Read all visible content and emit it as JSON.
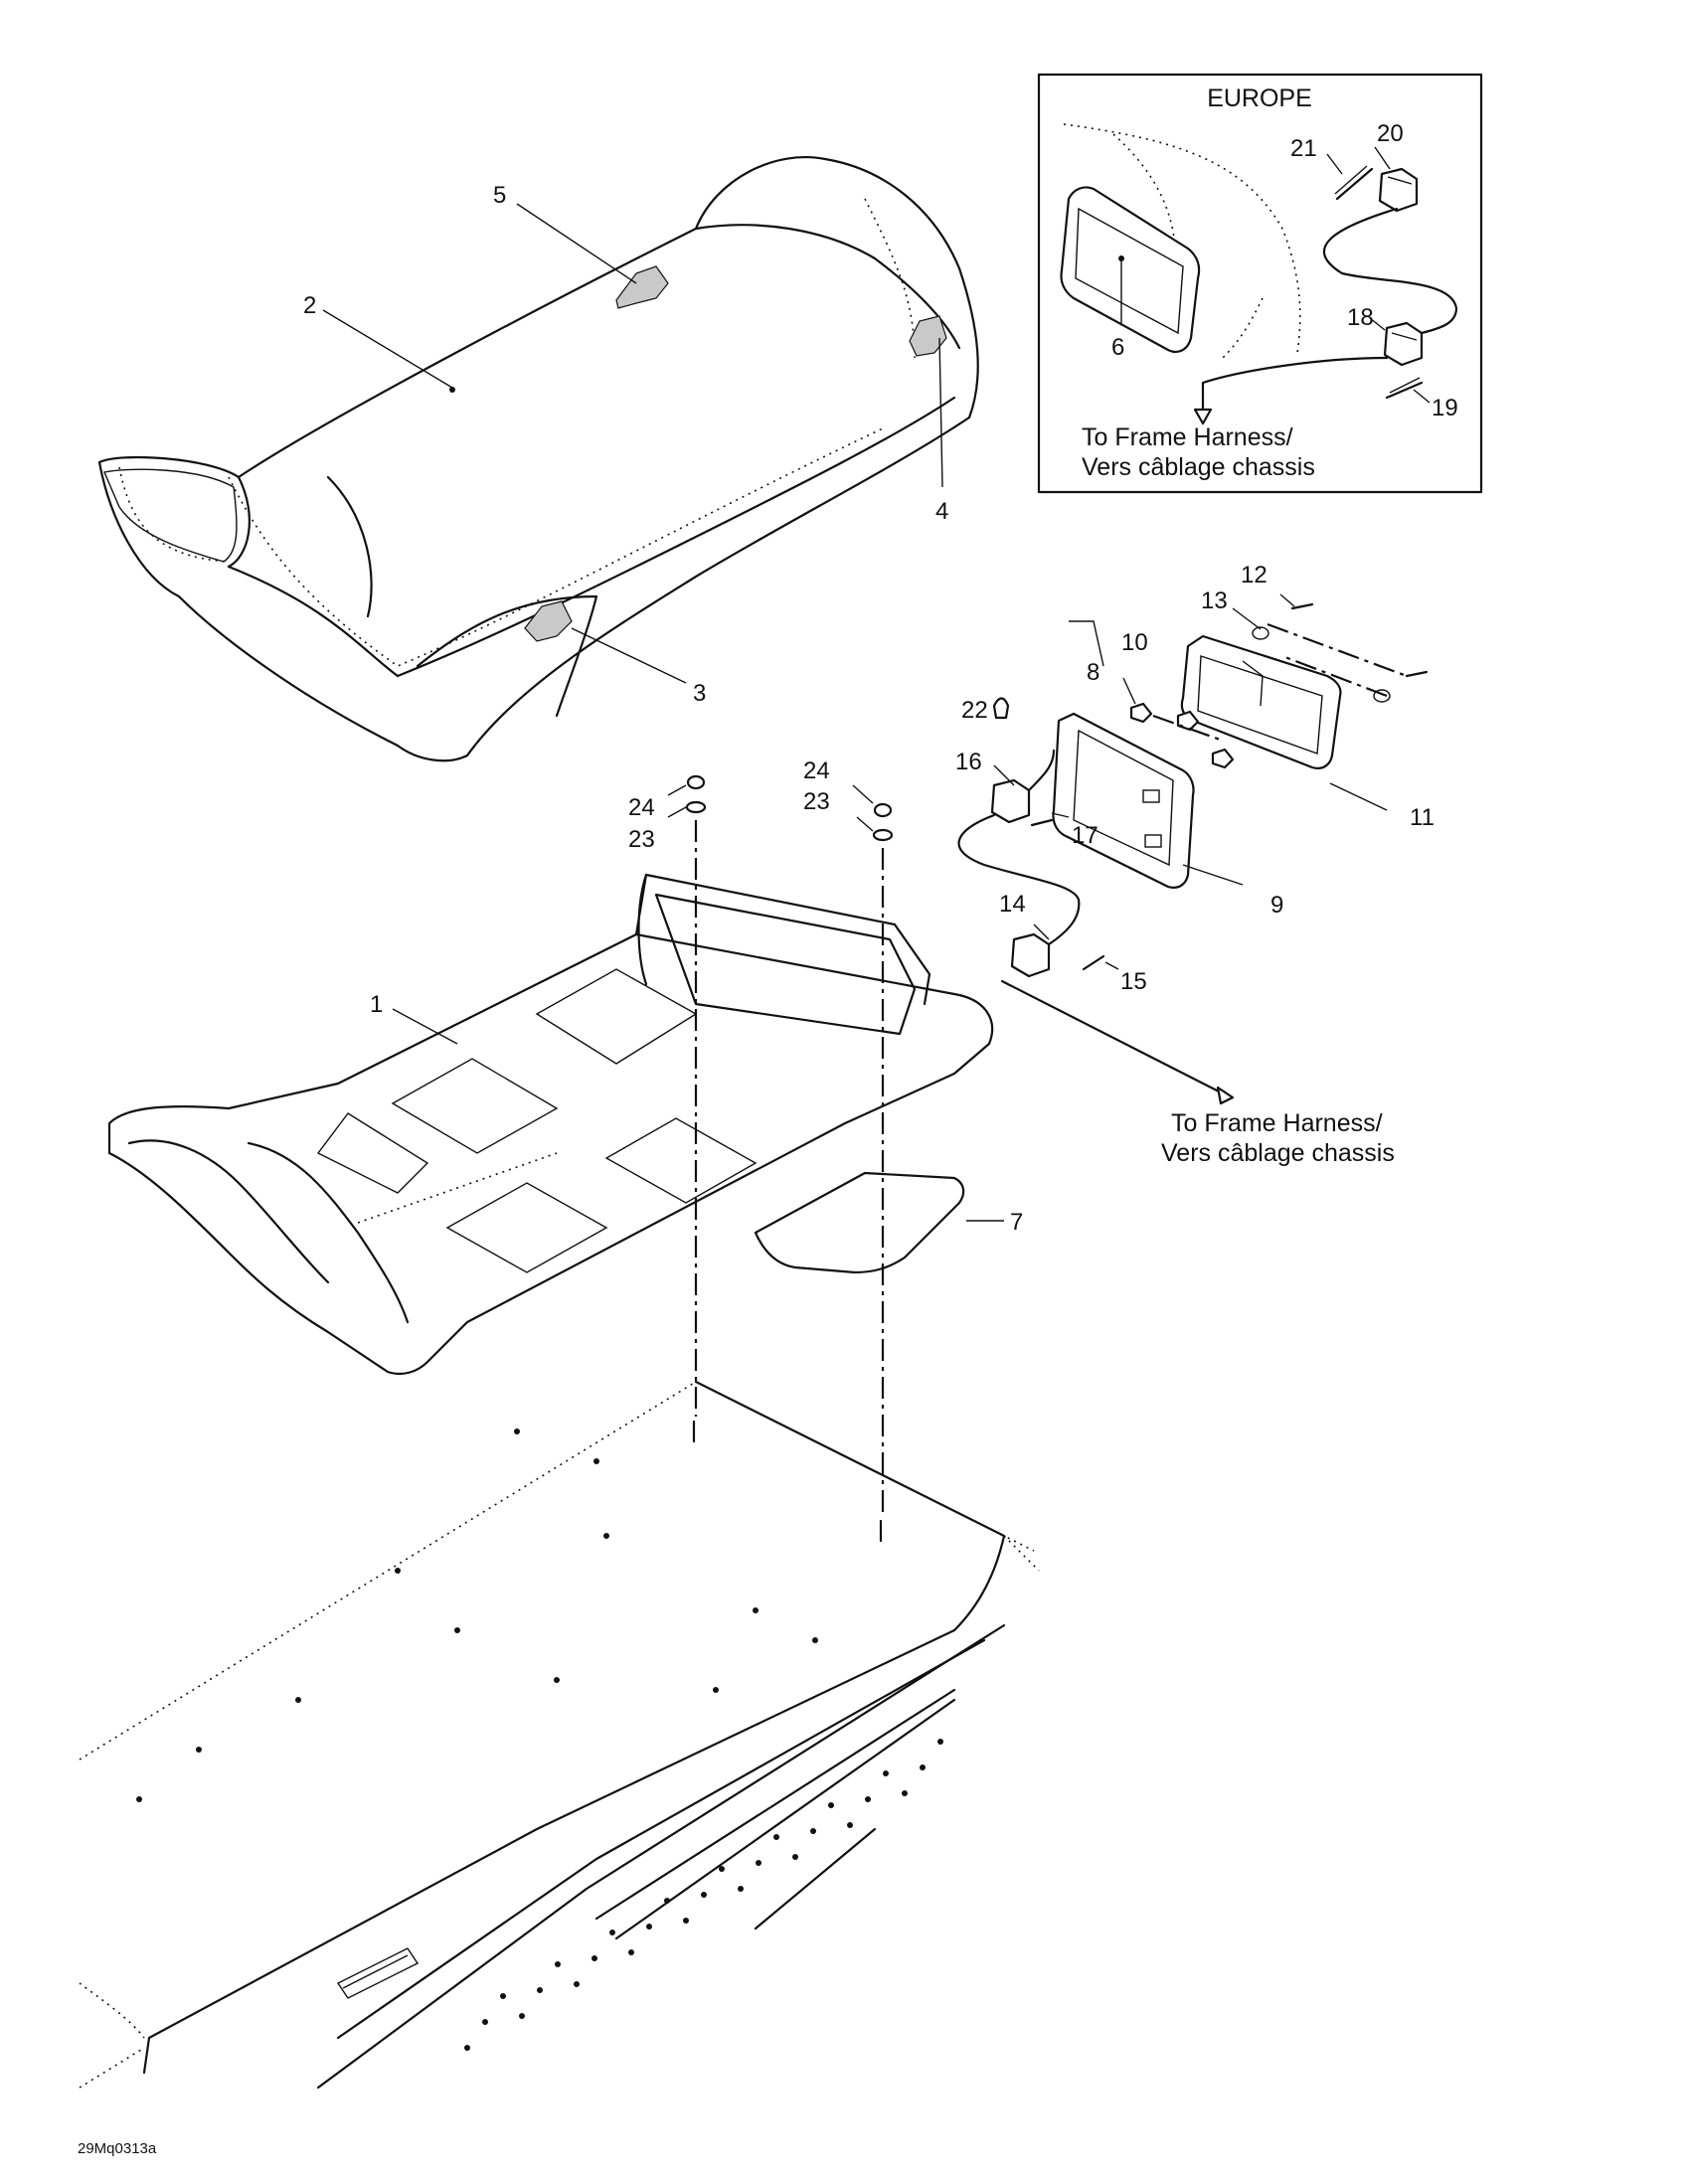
{
  "inset": {
    "title": "EUROPE",
    "note_line1": "To Frame Harness/",
    "note_line2": "Vers câblage chassis"
  },
  "main_note": {
    "line1": "To Frame Harness/",
    "line2": "Vers câblage chassis"
  },
  "reference_code": "29Mq0313a",
  "callouts": {
    "c1": "1",
    "c2": "2",
    "c3": "3",
    "c4": "4",
    "c5": "5",
    "c6": "6",
    "c7": "7",
    "c8": "8",
    "c9": "9",
    "c10": "10",
    "c11": "11",
    "c12": "12",
    "c13": "13",
    "c14": "14",
    "c15": "15",
    "c16": "16",
    "c17": "17",
    "c18": "18",
    "c19": "19",
    "c20": "20",
    "c21": "21",
    "c22": "22",
    "c23a": "23",
    "c24a": "24",
    "c23b": "23",
    "c24b": "24"
  }
}
